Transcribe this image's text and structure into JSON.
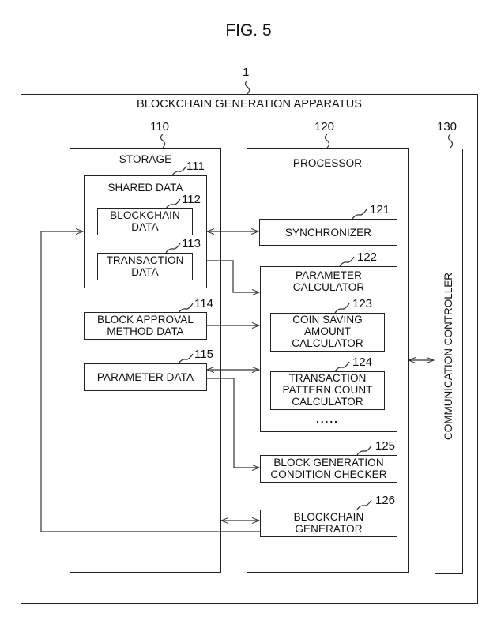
{
  "figure": {
    "title": "FIG. 5"
  },
  "apparatus": {
    "ref": "1",
    "label": "BLOCKCHAIN GENERATION APPARATUS"
  },
  "storage": {
    "ref": "110",
    "label": "STORAGE",
    "shared_data": {
      "ref": "111",
      "label": "SHARED DATA",
      "blockchain_data": {
        "ref": "112",
        "label": "BLOCKCHAIN\nDATA"
      },
      "transaction_data": {
        "ref": "113",
        "label": "TRANSACTION\nDATA"
      }
    },
    "block_approval_method_data": {
      "ref": "114",
      "label": "BLOCK APPROVAL\nMETHOD DATA"
    },
    "parameter_data": {
      "ref": "115",
      "label": "PARAMETER DATA"
    }
  },
  "processor": {
    "ref": "120",
    "label": "PROCESSOR",
    "synchronizer": {
      "ref": "121",
      "label": "SYNCHRONIZER"
    },
    "parameter_calculator": {
      "ref": "122",
      "label": "PARAMETER\nCALCULATOR",
      "coin_saving_amount_calculator": {
        "ref": "123",
        "label": "COIN SAVING\nAMOUNT\nCALCULATOR"
      },
      "transaction_pattern_count_calculator": {
        "ref": "124",
        "label": "TRANSACTION\nPATTERN COUNT\nCALCULATOR"
      },
      "ellipsis": "....."
    },
    "block_generation_condition_checker": {
      "ref": "125",
      "label": "BLOCK GENERATION\nCONDITION CHECKER"
    },
    "blockchain_generator": {
      "ref": "126",
      "label": "BLOCKCHAIN\nGENERATOR"
    }
  },
  "communication_controller": {
    "ref": "130",
    "label": "COMMUNICATION CONTROLLER"
  }
}
